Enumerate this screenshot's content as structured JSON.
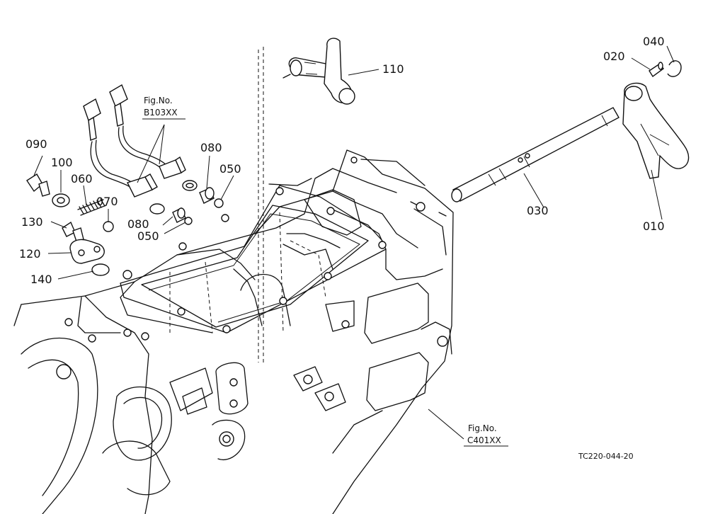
{
  "diagram": {
    "part_labels": {
      "p010": "010",
      "p020": "020",
      "p030": "030",
      "p040": "040",
      "p050a": "050",
      "p050b": "050",
      "p060": "060",
      "p070": "070",
      "p080a": "080",
      "p080b": "080",
      "p090": "090",
      "p100": "100",
      "p110": "110",
      "p120": "120",
      "p130": "130",
      "p140": "140"
    },
    "references": {
      "b103": {
        "title": "Fig.No.",
        "code": "B103XX"
      },
      "c401": {
        "title": "Fig.No.",
        "code": "C401XX"
      }
    },
    "drawing_code": "TC220-044-20"
  }
}
